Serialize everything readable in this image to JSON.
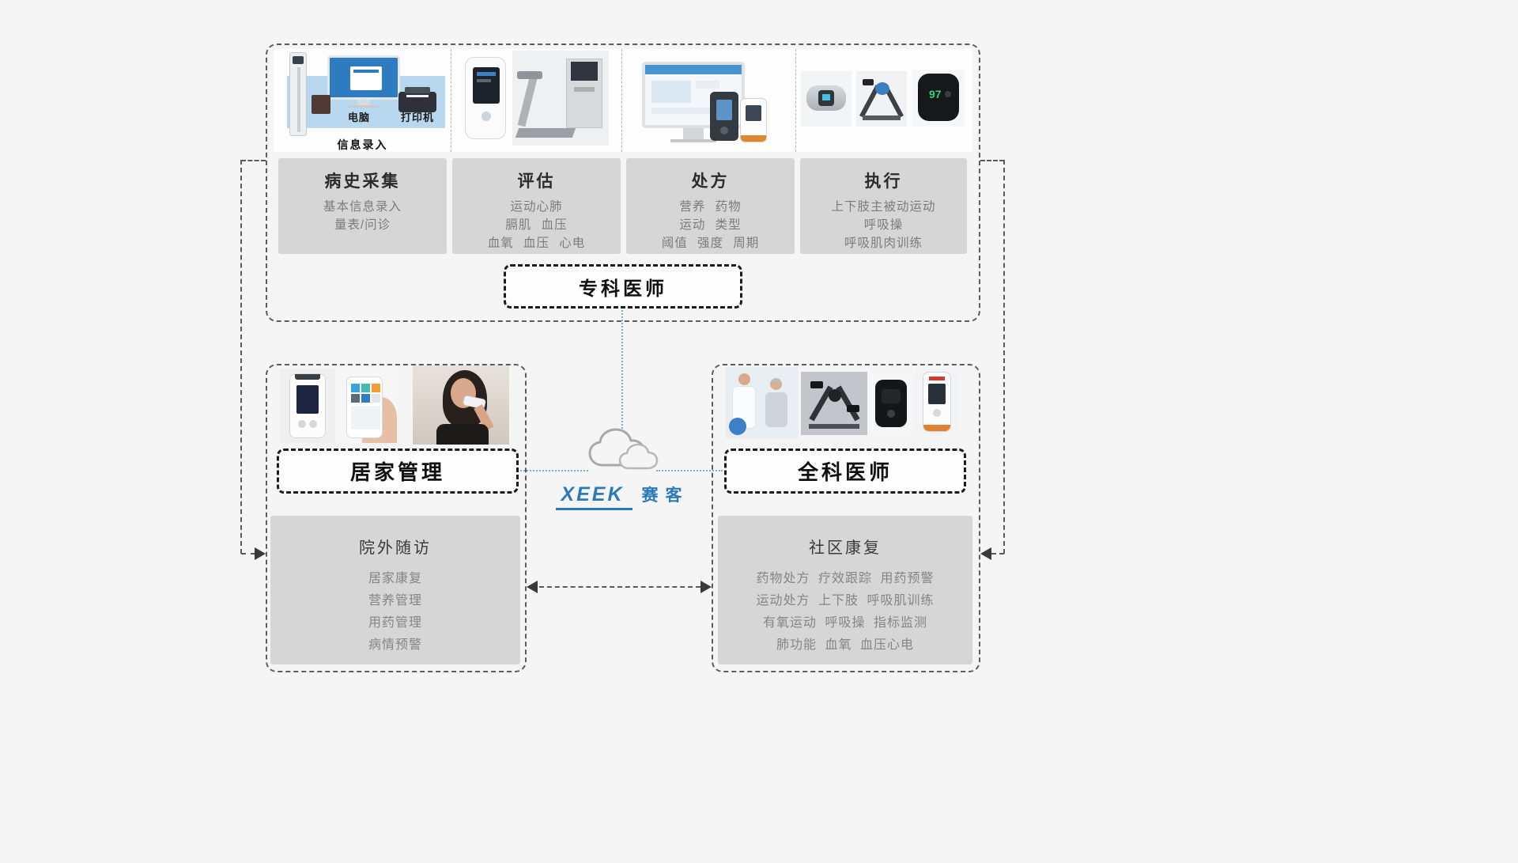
{
  "colors": {
    "background": "#f5f5f6",
    "panel_gray": "#d6d6d6",
    "brand_blue": "#2b7ab8",
    "connector_dark": "#5a5a5a",
    "dotted_blue": "#79afd2",
    "oximeter_green": "#36d17c"
  },
  "top": {
    "columns": [
      {
        "title": "病史采集",
        "items": [
          "基本信息录入",
          "量表/问诊"
        ]
      },
      {
        "title": "评估",
        "items": [
          "运动心肺",
          "膈肌 血压",
          "血氧 血压 心电"
        ]
      },
      {
        "title": "处方",
        "items": [
          "营养 药物",
          "运动 类型",
          "阈值 强度 周期"
        ]
      },
      {
        "title": "执行",
        "items": [
          "上下肢主被动运动",
          "呼吸操",
          "呼吸肌肉训练"
        ]
      }
    ],
    "station_labels": {
      "computer": "电脑",
      "printer": "打印机",
      "caption": "信息录入"
    },
    "role": "专科医师"
  },
  "cloud": {
    "brand": "XEEK",
    "brand_cn": "赛客"
  },
  "devices": {
    "oximeter_reading": "97"
  },
  "home": {
    "role": "居家管理",
    "title": "院外随访",
    "items": [
      "居家康复",
      "营养管理",
      "用药管理",
      "病情预警"
    ]
  },
  "community": {
    "role": "全科医师",
    "title": "社区康复",
    "items": [
      "药物处方 疗效跟踪 用药预警",
      "运动处方 上下肢 呼吸肌训练",
      "有氧运动 呼吸操 指标监测",
      "肺功能 血氧 血压心电"
    ]
  }
}
